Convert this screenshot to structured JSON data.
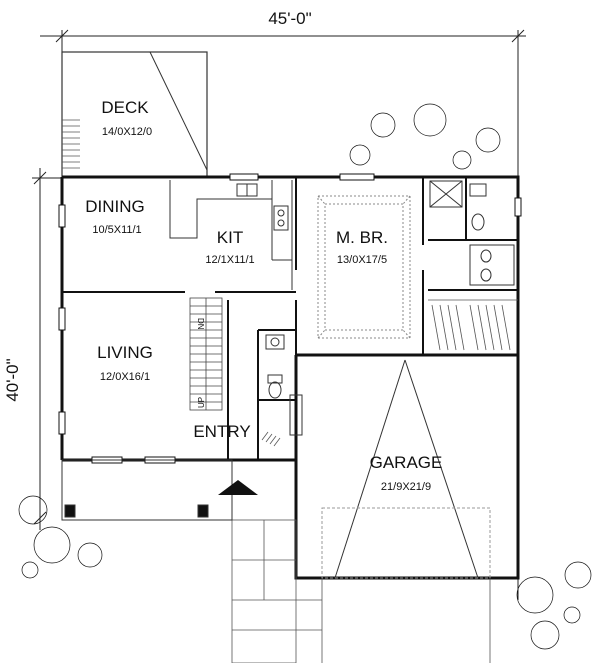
{
  "dimensions": {
    "width": "45'-0\"",
    "depth": "40'-0\""
  },
  "rooms": {
    "deck": {
      "name": "DECK",
      "size": "14/0X12/0"
    },
    "dining": {
      "name": "DINING",
      "size": "10/5X11/1"
    },
    "kit": {
      "name": "KIT",
      "size": "12/1X11/1"
    },
    "mbr": {
      "name": "M. BR.",
      "size": "13/0X17/5"
    },
    "living": {
      "name": "LIVING",
      "size": "12/0X16/1"
    },
    "entry": {
      "name": "ENTRY"
    },
    "garage": {
      "name": "GARAGE",
      "size": "21/9X21/9"
    }
  },
  "stairs": {
    "dn": "DN",
    "up": "UP"
  }
}
